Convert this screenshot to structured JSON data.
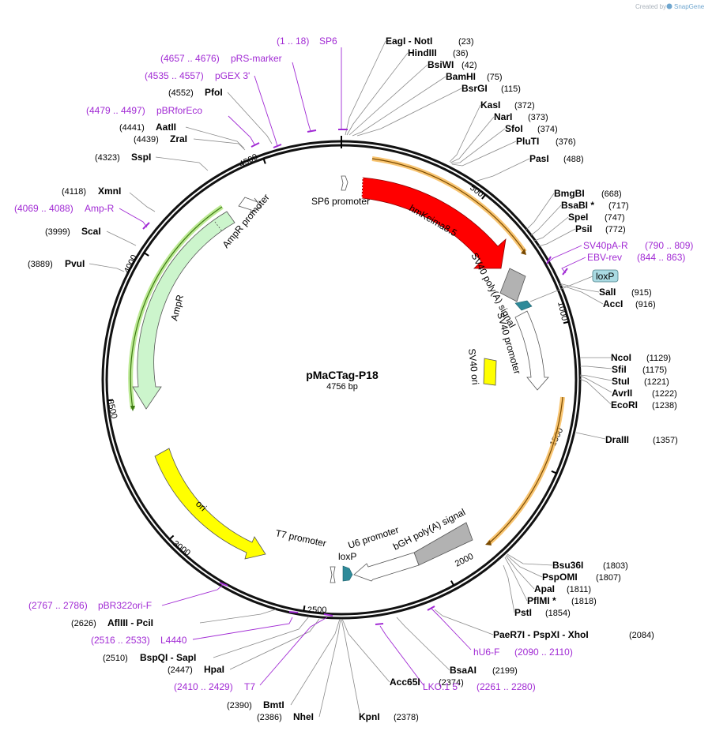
{
  "credit": {
    "prefix": "Created by",
    "brand": "SnapGene"
  },
  "plasmid": {
    "name": "pMaCTag-P18",
    "size_label": "4756 bp",
    "length": 4756
  },
  "ticks": [
    "500",
    "1000",
    "1500",
    "2000",
    "2500",
    "3000",
    "3500",
    "4000",
    "4500"
  ],
  "enzymes": [
    {
      "name": "EagI  -  NotI",
      "pos": "(23)"
    },
    {
      "name": "HindIII",
      "pos": "(36)"
    },
    {
      "name": "BsiWI",
      "pos": "(42)"
    },
    {
      "name": "BamHI",
      "pos": "(75)"
    },
    {
      "name": "BsrGI",
      "pos": "(115)"
    },
    {
      "name": "KasI",
      "pos": "(372)"
    },
    {
      "name": "NarI",
      "pos": "(373)"
    },
    {
      "name": "SfoI",
      "pos": "(374)"
    },
    {
      "name": "PluTI",
      "pos": "(376)"
    },
    {
      "name": "PasI",
      "pos": "(488)"
    },
    {
      "name": "BmgBI",
      "pos": "(668)"
    },
    {
      "name": "BsaBI *",
      "pos": "(717)"
    },
    {
      "name": "SpeI",
      "pos": "(747)"
    },
    {
      "name": "PsiI",
      "pos": "(772)"
    },
    {
      "name": "SalI",
      "pos": "(915)"
    },
    {
      "name": "AccI",
      "pos": "(916)"
    },
    {
      "name": "NcoI",
      "pos": "(1129)"
    },
    {
      "name": "SfiI",
      "pos": "(1175)"
    },
    {
      "name": "StuI",
      "pos": "(1221)"
    },
    {
      "name": "AvrII",
      "pos": "(1222)"
    },
    {
      "name": "EcoRI",
      "pos": "(1238)"
    },
    {
      "name": "DraIII",
      "pos": "(1357)"
    },
    {
      "name": "Bsu36I",
      "pos": "(1803)"
    },
    {
      "name": "PspOMI",
      "pos": "(1807)"
    },
    {
      "name": "ApaI",
      "pos": "(1811)"
    },
    {
      "name": "PflMI *",
      "pos": "(1818)"
    },
    {
      "name": "PstI",
      "pos": "(1854)"
    },
    {
      "name": "PaeR7I  -  PspXI  -  XhoI",
      "pos": "(2084)"
    },
    {
      "name": "BsaAI",
      "pos": "(2199)"
    },
    {
      "name": "Acc65I",
      "pos": "(2374)"
    },
    {
      "name": "KpnI",
      "pos": "(2378)"
    },
    {
      "name": "NheI",
      "pos": "(2386)"
    },
    {
      "name": "BmtI",
      "pos": "(2390)"
    },
    {
      "name": "HpaI",
      "pos": "(2447)"
    },
    {
      "name": "BspQI  -  SapI",
      "pos": "(2510)"
    },
    {
      "name": "AflIII  -  PciI",
      "pos": "(2626)"
    },
    {
      "name": "PvuI",
      "pos": "(3889)"
    },
    {
      "name": "ScaI",
      "pos": "(3999)"
    },
    {
      "name": "XmnI",
      "pos": "(4118)"
    },
    {
      "name": "SspI",
      "pos": "(4323)"
    },
    {
      "name": "ZraI",
      "pos": "(4439)"
    },
    {
      "name": "AatII",
      "pos": "(4441)"
    },
    {
      "name": "PfoI",
      "pos": "(4552)"
    }
  ],
  "primers": [
    {
      "name": "SP6",
      "range": "(1 .. 18)"
    },
    {
      "name": "pRS-marker",
      "range": "(4657 .. 4676)"
    },
    {
      "name": "pGEX 3'",
      "range": "(4535 .. 4557)"
    },
    {
      "name": "pBRforEco",
      "range": "(4479 .. 4497)"
    },
    {
      "name": "Amp-R",
      "range": "(4069 .. 4088)"
    },
    {
      "name": "SV40pA-R",
      "range": "(790 .. 809)"
    },
    {
      "name": "EBV-rev",
      "range": "(844 .. 863)"
    },
    {
      "name": "hU6-F",
      "range": "(2090 .. 2110)"
    },
    {
      "name": "LKO.1 5'",
      "range": "(2261 .. 2280)"
    },
    {
      "name": "L4440",
      "range": "(2516 .. 2533)"
    },
    {
      "name": "T7",
      "range": "(2410 .. 2429)"
    },
    {
      "name": "pBR322ori-F",
      "range": "(2767 .. 2786)"
    }
  ],
  "features": {
    "sp6_promoter": "SP6 promoter",
    "hmkeima": "hmKeima8.5",
    "sv40_polya": "SV40 poly(A) signal",
    "sv40_promoter": "SV40 promoter",
    "sv40_ori": "SV40 ori",
    "loxp_top": "loxP",
    "loxp_bottom": "loxP",
    "ampr_promoter": "AmpR promoter",
    "ampr": "AmpR",
    "ori": "ori",
    "t7_promoter": "T7 promoter",
    "u6_promoter": "U6 promoter",
    "bgh_polya": "bGH poly(A) signal"
  },
  "colors": {
    "hmkeima": "#ff0000",
    "ampr": "#ccf5cc",
    "ori": "#ffff00",
    "sv40_ori": "#ffff00",
    "polya": "#b2b2b2",
    "loxp": "#2e8a99",
    "primer": "#a12ad4",
    "orf_highlight": "#f5b040",
    "ampr_orf": "#6fcf3a"
  }
}
